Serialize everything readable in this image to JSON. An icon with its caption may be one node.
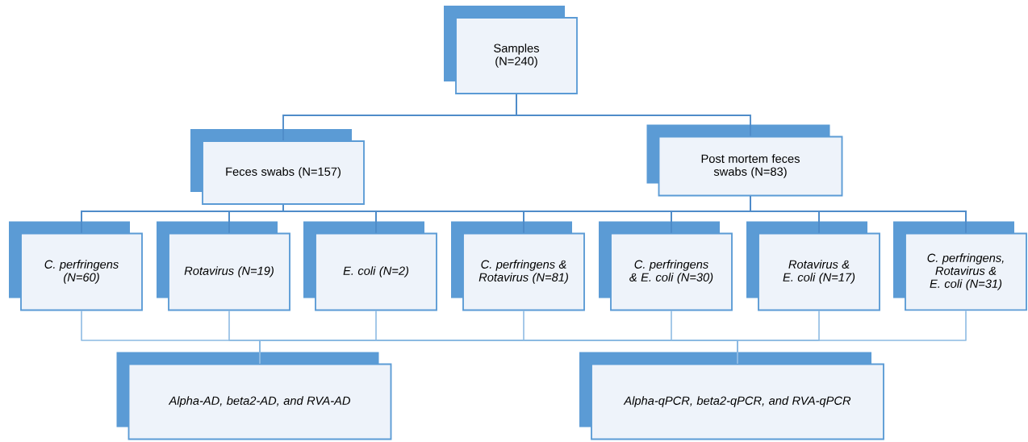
{
  "diagram": {
    "nodes": [
      {
        "text": [
          "Samples (N=240)"
        ]
      },
      {
        "text": [
          "Feces swabs (N=157)"
        ]
      },
      {
        "text": [
          "Post mortem feces swabs (N=83)"
        ]
      },
      {
        "text": [
          "C. perfringens (N=60)"
        ]
      },
      {
        "text": [
          "Rotavirus (N=19)"
        ]
      },
      {
        "text": [
          "E. coli (N=2)"
        ]
      },
      {
        "text": [
          "C. perfringens & Rotavirus (N=81)"
        ]
      },
      {
        "text": [
          "C. perfringens & E. coli (N=30)"
        ]
      },
      {
        "text": [
          "Rotavirus & E. coli (N=17)"
        ]
      },
      {
        "text": [
          "C. perfringens, Rotavirus & E. coli (N=31)"
        ]
      },
      {
        "text": [
          "Alpha-AD, beta2-AD, and RVA-AD"
        ]
      },
      {
        "text": [
          "Alpha-qPCR, beta2-qPCR, and RVA-qPCR"
        ]
      }
    ],
    "edges": [
      {
        "from": 0,
        "to": 1,
        "arrow": "none"
      },
      {
        "from": 0,
        "to": 2,
        "arrow": "none"
      },
      {
        "from": 1,
        "to": 3,
        "arrow": "none"
      },
      {
        "from": 1,
        "to": 4,
        "arrow": "none"
      },
      {
        "from": 1,
        "to": 5,
        "arrow": "none"
      },
      {
        "from": 1,
        "to": 6,
        "arrow": "none"
      },
      {
        "from": 1,
        "to": 7,
        "arrow": "none"
      },
      {
        "from": 1,
        "to": 8,
        "arrow": "none"
      },
      {
        "from": 1,
        "to": 9,
        "arrow": "none"
      },
      {
        "from": 2,
        "to": 3,
        "arrow": "none"
      },
      {
        "from": 2,
        "to": 4,
        "arrow": "none"
      },
      {
        "from": 2,
        "to": 5,
        "arrow": "none"
      },
      {
        "from": 2,
        "to": 6,
        "arrow": "none"
      },
      {
        "from": 2,
        "to": 7,
        "arrow": "none"
      },
      {
        "from": 2,
        "to": 8,
        "arrow": "none"
      },
      {
        "from": 2,
        "to": 9,
        "arrow": "none"
      },
      {
        "from": 3,
        "to": 10,
        "arrow": "none"
      },
      {
        "from": 4,
        "to": 10,
        "arrow": "none"
      },
      {
        "from": 5,
        "to": 10,
        "arrow": "none"
      },
      {
        "from": 6,
        "to": 10,
        "arrow": "none"
      },
      {
        "from": 7,
        "to": 10,
        "arrow": "none"
      },
      {
        "from": 8,
        "to": 10,
        "arrow": "none"
      },
      {
        "from": 9,
        "to": 10,
        "arrow": "none"
      },
      {
        "from": 3,
        "to": 11,
        "arrow": "none"
      },
      {
        "from": 4,
        "to": 11,
        "arrow": "none"
      },
      {
        "from": 5,
        "to": 11,
        "arrow": "none"
      },
      {
        "from": 6,
        "to": 11,
        "arrow": "none"
      },
      {
        "from": 7,
        "to": 11,
        "arrow": "none"
      },
      {
        "from": 8,
        "to": 11,
        "arrow": "none"
      },
      {
        "from": 9,
        "to": 11,
        "arrow": "none"
      }
    ]
  }
}
